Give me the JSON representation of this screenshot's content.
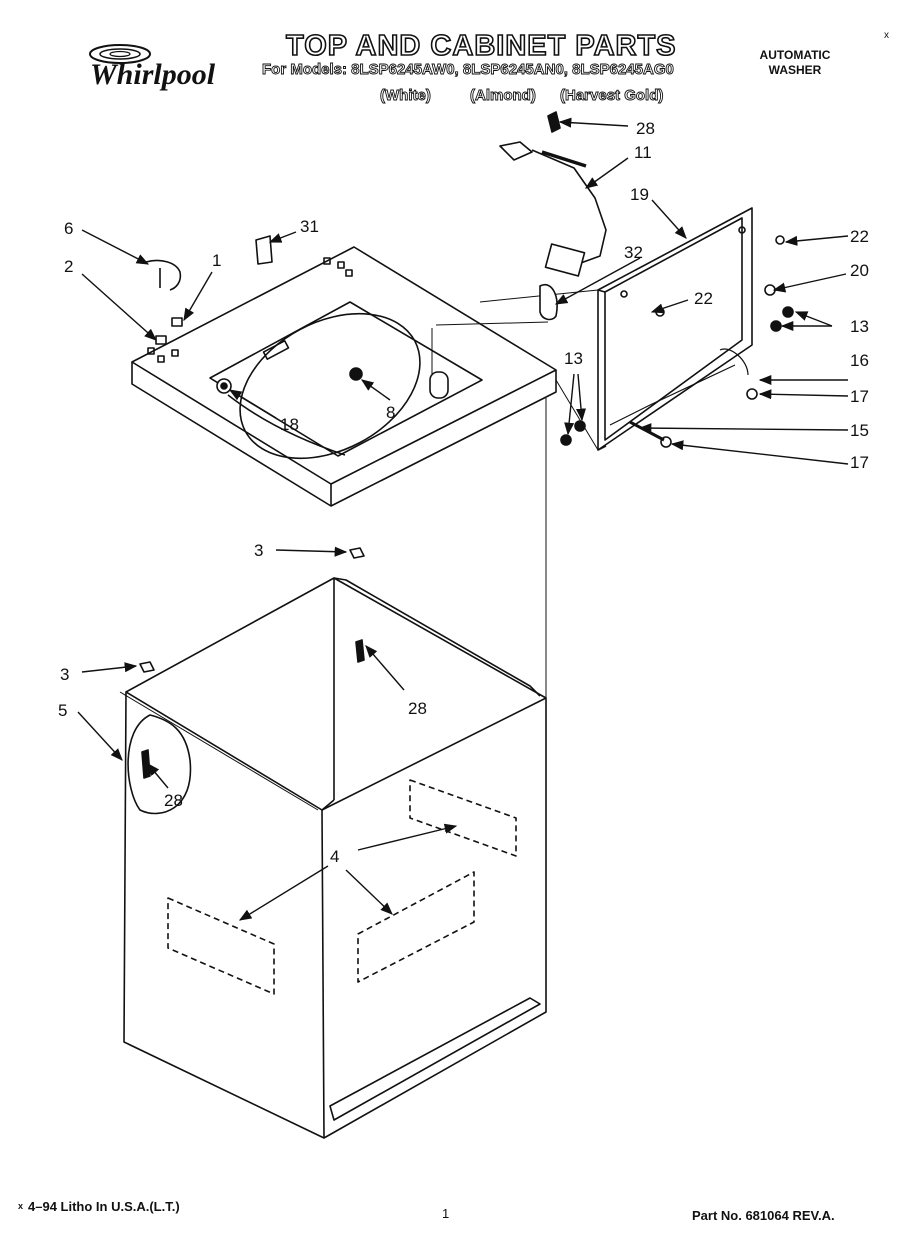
{
  "header": {
    "brand": "Whirlpool",
    "title": "TOP AND CABINET PARTS",
    "models": "For Models: 8LSP6245AW0, 8LSP6245AN0, 8LSP6245AG0",
    "colors": [
      "(White)",
      "(Almond)",
      "(Harvest Gold)"
    ],
    "appliance": [
      "AUTOMATIC",
      "WASHER"
    ],
    "corner_mark": "x"
  },
  "callouts": {
    "c28a": "28",
    "c11": "11",
    "c19": "19",
    "c31": "31",
    "c6": "6",
    "c1": "1",
    "c2": "2",
    "c32": "32",
    "c22a": "22",
    "c22b": "22",
    "c20": "20",
    "c13a": "13",
    "c13b": "13",
    "c16": "16",
    "c17a": "17",
    "c15": "15",
    "c17b": "17",
    "c8": "8",
    "c18": "18",
    "c3a": "3",
    "c28b": "28",
    "c3b": "3",
    "c5": "5",
    "c28c": "28",
    "c4": "4"
  },
  "footer": {
    "litho_mark": "x",
    "litho": "4–94 Litho In U.S.A.(L.T.)",
    "page": "1",
    "part_no": "Part No. 681064 REV.A."
  }
}
